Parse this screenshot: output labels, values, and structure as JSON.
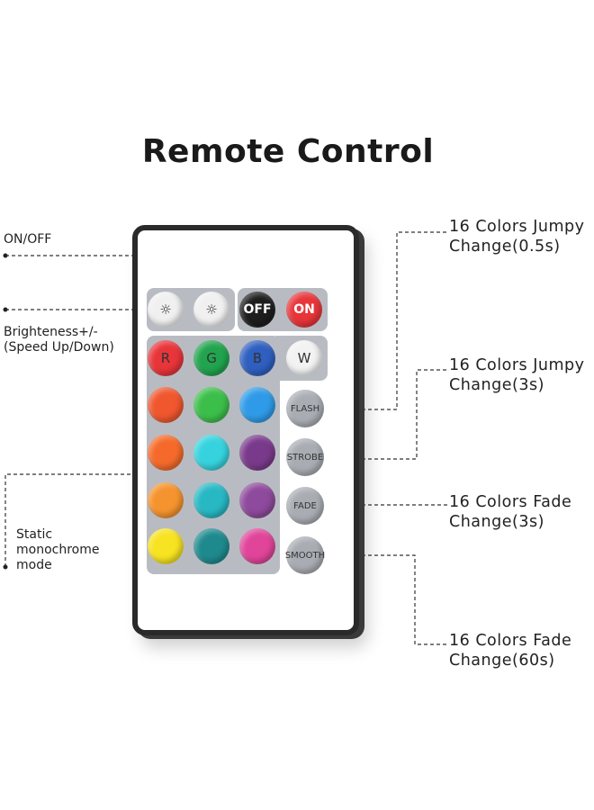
{
  "title": "Remote Control",
  "left_labels": {
    "on_off": "ON/OFF",
    "brightness_line1": "Brighteness+/-",
    "brightness_line2": "(Speed Up/Down)",
    "static_line1": "Static",
    "static_line2": "monochrome",
    "static_line3": "mode"
  },
  "right_labels": [
    {
      "line1": "16 Colors Jumpy",
      "line2": "Change(0.5s)"
    },
    {
      "line1": "16 Colors Jumpy",
      "line2": "Change(3s)"
    },
    {
      "line1": "16 Colors Fade",
      "line2": "Change(3s)"
    },
    {
      "line1": "16 Colors Fade",
      "line2": "Change(60s)"
    }
  ],
  "remote": {
    "top_buttons": {
      "off": "OFF",
      "on": "ON"
    },
    "rgbw": [
      "R",
      "G",
      "B",
      "W"
    ],
    "modes": [
      "FLASH",
      "STROBE",
      "FADE",
      "SMOOTH"
    ],
    "color_grid": [
      [
        "#f0572f",
        "#3cbf4a",
        "#2f9be8"
      ],
      [
        "#f56a2a",
        "#36d3de",
        "#7a3a8c"
      ],
      [
        "#f5932e",
        "#27b8c4",
        "#8e4a9c"
      ],
      [
        "#f7e321",
        "#1f8a8e",
        "#e0459a"
      ]
    ],
    "rgbw_colors": [
      "#e8353a",
      "#21a44e",
      "#2f5fc0",
      "#f2f2f2"
    ],
    "on_color": "#e8353a",
    "off_color": "#1e1e1e",
    "brightness_button_color": "#f0f0f0"
  }
}
